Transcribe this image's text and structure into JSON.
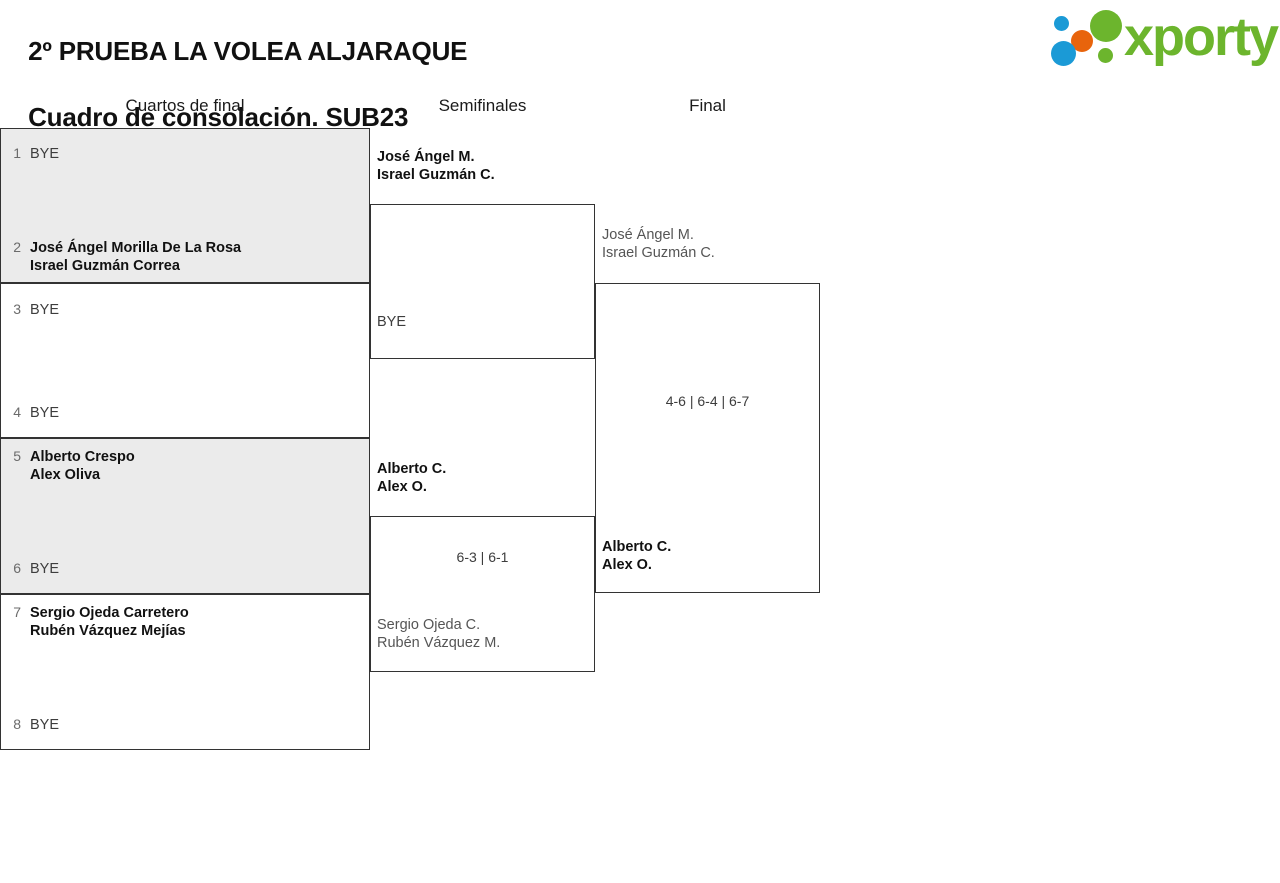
{
  "header": {
    "title_line1": "2º PRUEBA LA VOLEA ALJARAQUE",
    "title_line2": "Cuadro de consolación. SUB23",
    "logo_wordmark": "xporty"
  },
  "rounds": {
    "quarterfinals_label": "Cuartos de final",
    "semifinals_label": "Semifinales",
    "final_label": "Final"
  },
  "bracket": {
    "quarterfinals": [
      {
        "seed": "1",
        "line1": "BYE",
        "line2": ""
      },
      {
        "seed": "2",
        "line1": "José Ángel Morilla De La Rosa",
        "line2": "Israel Guzmán Correa"
      },
      {
        "seed": "3",
        "line1": "BYE",
        "line2": ""
      },
      {
        "seed": "4",
        "line1": "BYE",
        "line2": ""
      },
      {
        "seed": "5",
        "line1": "Alberto Crespo",
        "line2": "Alex Oliva"
      },
      {
        "seed": "6",
        "line1": "BYE",
        "line2": ""
      },
      {
        "seed": "7",
        "line1": "Sergio Ojeda Carretero",
        "line2": "Rubén Vázquez Mejías"
      },
      {
        "seed": "8",
        "line1": "BYE",
        "line2": ""
      }
    ],
    "semifinals": [
      {
        "top_line1": "José Ángel M.",
        "top_line2": "Israel Guzmán C.",
        "bottom_line1": "BYE",
        "bottom_line2": "",
        "score": ""
      },
      {
        "top_line1": "Alberto C.",
        "top_line2": "Alex O.",
        "bottom_line1": "Sergio Ojeda C.",
        "bottom_line2": "Rubén Vázquez M.",
        "score": "6-3 | 6-1"
      }
    ],
    "final": {
      "top_line1": "José Ángel M.",
      "top_line2": "Israel Guzmán C.",
      "bottom_line1": "Alberto C.",
      "bottom_line2": "Alex O.",
      "score": "4-6 | 6-4 | 6-7"
    }
  },
  "colors": {
    "shaded_row": "#ebebeb",
    "border": "#333333",
    "brand_green": "#6cb52d",
    "brand_blue": "#1b9ad6",
    "brand_orange": "#e8640c"
  }
}
